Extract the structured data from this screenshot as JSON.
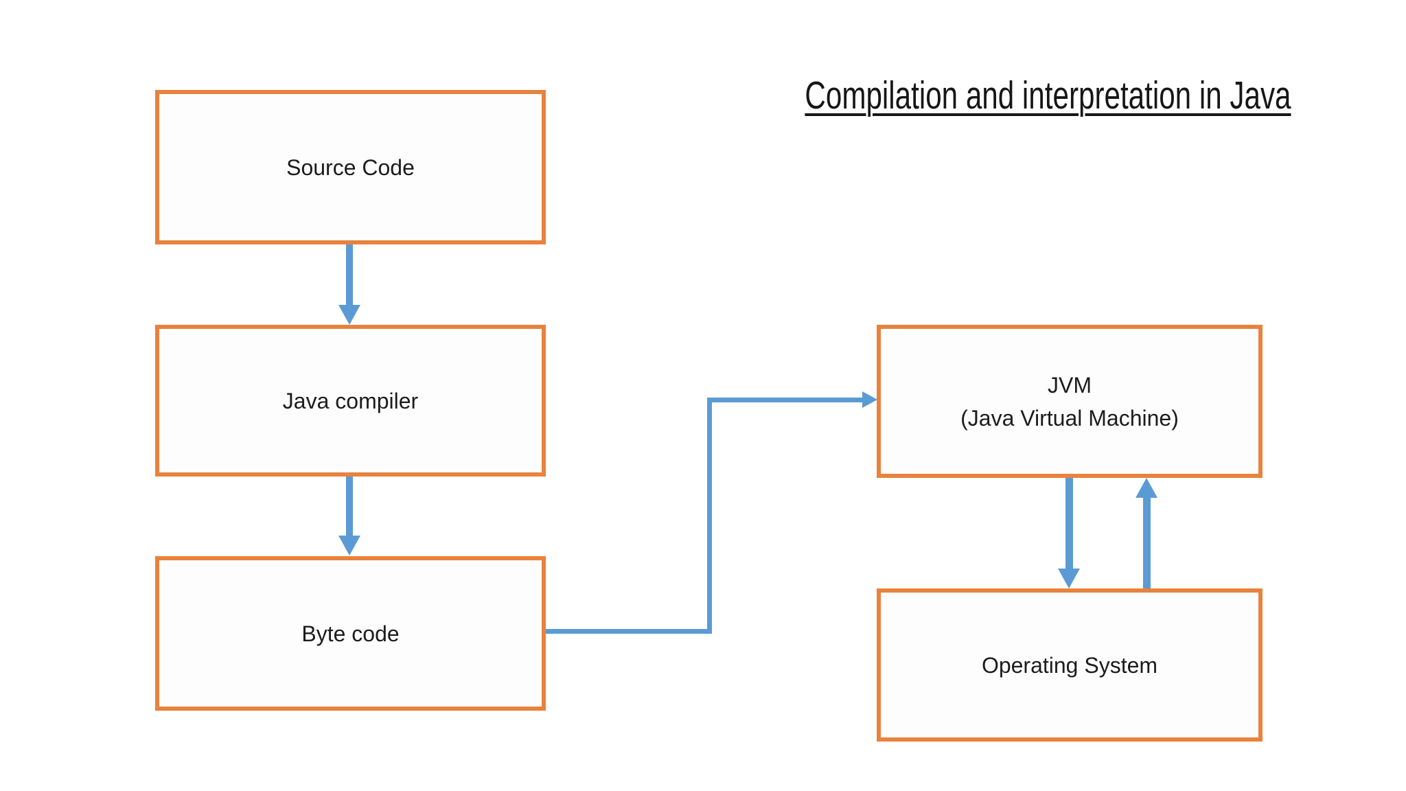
{
  "title": "Compilation and interpretation in Java",
  "boxes": {
    "source_code": {
      "label": "Source Code"
    },
    "java_compiler": {
      "label": "Java compiler"
    },
    "byte_code": {
      "label": "Byte code"
    },
    "jvm": {
      "line1": "JVM",
      "line2": "(Java Virtual Machine)"
    },
    "operating_system": {
      "label": "Operating System"
    }
  },
  "connections": [
    {
      "from": "Source Code",
      "to": "Java compiler",
      "type": "straight-arrow-down"
    },
    {
      "from": "Java compiler",
      "to": "Byte code",
      "type": "straight-arrow-down"
    },
    {
      "from": "Byte code",
      "to": "JVM (Java Virtual Machine)",
      "type": "elbow-arrow-right-up-right"
    },
    {
      "from": "JVM (Java Virtual Machine)",
      "to": "Operating System",
      "type": "straight-arrow-down"
    },
    {
      "from": "Operating System",
      "to": "JVM (Java Virtual Machine)",
      "type": "straight-arrow-up"
    }
  ],
  "colors": {
    "box_border": "#E8823C",
    "box_fill": "#FDFDFD",
    "arrow_blue": "#5B9BD5",
    "text": "#1C1C1C",
    "background": "#FFFFFF"
  }
}
